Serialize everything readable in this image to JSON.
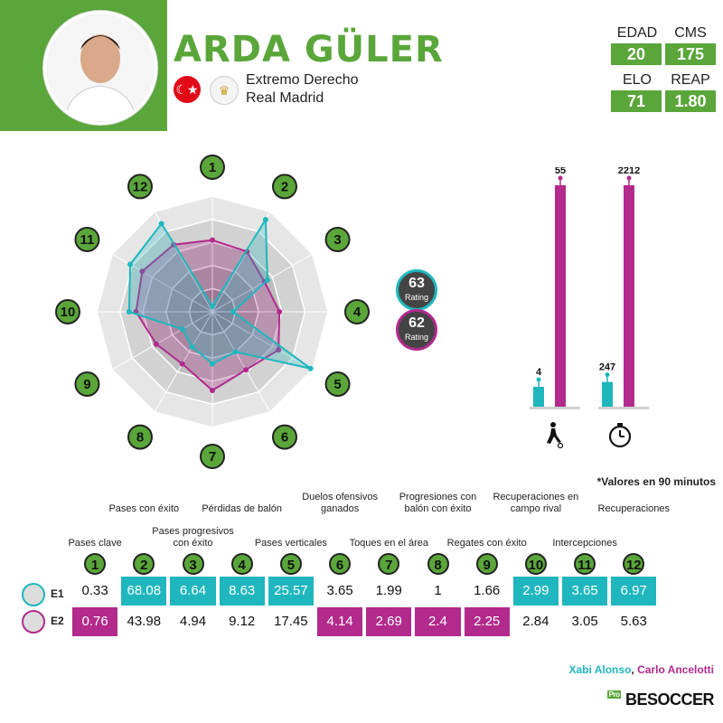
{
  "player": {
    "name": "ARDA GÜLER",
    "position": "Extremo Derecho",
    "club": "Real Madrid",
    "flag_icon": "☾★",
    "crest_icon": "♛"
  },
  "stats": [
    {
      "label": "EDAD",
      "value": "20"
    },
    {
      "label": "CMS",
      "value": "175"
    },
    {
      "label": "ELO",
      "value": "71"
    },
    {
      "label": "REAP",
      "value": "1.80"
    }
  ],
  "ratings": [
    {
      "value": "63",
      "label": "Rating",
      "color": "#1fb7bd"
    },
    {
      "value": "62",
      "label": "Rating",
      "color": "#b12a8c"
    }
  ],
  "colors": {
    "green": "#5aa63a",
    "teal": "#1fb7bd",
    "magenta": "#b12a8c"
  },
  "radar": {
    "axes": [
      "1",
      "2",
      "3",
      "4",
      "5",
      "6",
      "7",
      "8",
      "9",
      "10",
      "11",
      "12"
    ],
    "e1": [
      0.05,
      0.92,
      0.55,
      0.18,
      0.98,
      0.4,
      0.45,
      0.35,
      0.3,
      0.72,
      0.82,
      0.88
    ],
    "e2": [
      0.62,
      0.6,
      0.52,
      0.58,
      0.66,
      0.58,
      0.68,
      0.52,
      0.56,
      0.66,
      0.7,
      0.67
    ]
  },
  "bars": {
    "games": {
      "e1": 4,
      "e2": 55,
      "icon": "player-icon"
    },
    "minutes": {
      "e1": 247,
      "e2": 2212,
      "icon": "stopwatch-icon"
    }
  },
  "note": "*Valores en 90 minutos",
  "metrics": [
    {
      "n": "1",
      "label": "Pases clave",
      "e1": "0.33",
      "e2": "0.76",
      "best": "e2"
    },
    {
      "n": "2",
      "label": "Pases con éxito",
      "e1": "68.08",
      "e2": "43.98",
      "best": "e1"
    },
    {
      "n": "3",
      "label": "Pases progresivos con éxito",
      "e1": "6.64",
      "e2": "4.94",
      "best": "e1"
    },
    {
      "n": "4",
      "label": "Pérdidas de balón",
      "e1": "8.63",
      "e2": "9.12",
      "best": "e1"
    },
    {
      "n": "5",
      "label": "Pases verticales",
      "e1": "25.57",
      "e2": "17.45",
      "best": "e1"
    },
    {
      "n": "6",
      "label": "Duelos ofensivos ganados",
      "e1": "3.65",
      "e2": "4.14",
      "best": "e2"
    },
    {
      "n": "7",
      "label": "Toques en el área",
      "e1": "1.99",
      "e2": "2.69",
      "best": "e2"
    },
    {
      "n": "8",
      "label": "Progresiones con balón con éxito",
      "e1": "1",
      "e2": "2.4",
      "best": "e2"
    },
    {
      "n": "9",
      "label": "Regates con éxito",
      "e1": "1.66",
      "e2": "2.25",
      "best": "e2"
    },
    {
      "n": "10",
      "label": "Recuperaciones en campo rival",
      "e1": "2.99",
      "e2": "2.84",
      "best": "e1"
    },
    {
      "n": "11",
      "label": "Intercepciones",
      "e1": "3.65",
      "e2": "3.05",
      "best": "e1"
    },
    {
      "n": "12",
      "label": "Recuperaciones",
      "e1": "6.97",
      "e2": "5.63",
      "best": "e1"
    }
  ],
  "rows": [
    {
      "label": "E1"
    },
    {
      "label": "E2"
    }
  ],
  "coaches": {
    "e1": "Xabi Alonso",
    "sep": ",",
    "e2": "Carlo Ancelotti"
  },
  "brand": {
    "name": "BESOCCER",
    "tag": "Pro"
  }
}
